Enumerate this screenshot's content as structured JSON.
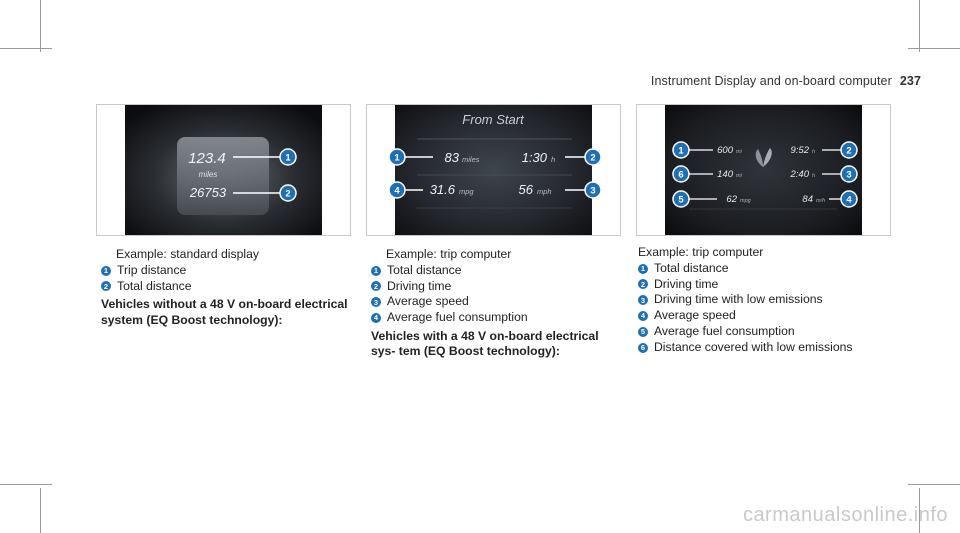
{
  "header": {
    "section_title": "Instrument Display and on-board computer",
    "page_number": "237"
  },
  "figures": [
    {
      "display": {
        "value": "123.4",
        "unit": "miles",
        "odometer": "26753"
      },
      "callouts": [
        "1",
        "2"
      ]
    },
    {
      "display": {
        "title": "From Start",
        "distance": "83",
        "distance_unit": "miles",
        "time": "1:30",
        "time_unit": "h",
        "fuel": "31.6",
        "fuel_unit": "mpg",
        "speed": "56",
        "speed_unit": "mph"
      },
      "callouts": [
        "1",
        "2",
        "3",
        "4"
      ]
    },
    {
      "display": {
        "distance": "600",
        "distance_unit": "mi",
        "time": "9:52",
        "time_unit": "h",
        "low_em_distance": "140",
        "low_em_distance_unit": "mi",
        "low_em_time": "2:40",
        "low_em_time_unit": "h",
        "fuel": "62",
        "fuel_unit": "mpg",
        "speed": "84",
        "speed_unit": "m/h"
      },
      "callouts": [
        "1",
        "2",
        "3",
        "4",
        "5",
        "6"
      ]
    }
  ],
  "captions": [
    {
      "example": "Example: standard display",
      "items": [
        {
          "n": "1",
          "text": "Trip distance"
        },
        {
          "n": "2",
          "text": "Total distance"
        }
      ],
      "note": "Vehicles without a 48 V on-board electrical system (EQ Boost technology):"
    },
    {
      "example": "Example: trip computer",
      "items": [
        {
          "n": "1",
          "text": "Total distance"
        },
        {
          "n": "2",
          "text": "Driving time"
        },
        {
          "n": "3",
          "text": "Average speed"
        },
        {
          "n": "4",
          "text": "Average fuel consumption"
        }
      ],
      "note": "Vehicles with a 48 V on-board electrical sys- tem (EQ Boost technology):"
    },
    {
      "example": "Example: trip computer",
      "items": [
        {
          "n": "1",
          "text": "Total distance"
        },
        {
          "n": "2",
          "text": "Driving time"
        },
        {
          "n": "3",
          "text": "Driving time with low emissions"
        },
        {
          "n": "4",
          "text": "Average speed"
        },
        {
          "n": "5",
          "text": "Average fuel consumption"
        },
        {
          "n": "6",
          "text": "Distance covered with low emissions"
        }
      ]
    }
  ],
  "watermark": "carmanualsonline.info",
  "colors": {
    "callout": "#1e6fb6",
    "display_text": "#e8ecf2",
    "panel_dark": "#15181d"
  }
}
